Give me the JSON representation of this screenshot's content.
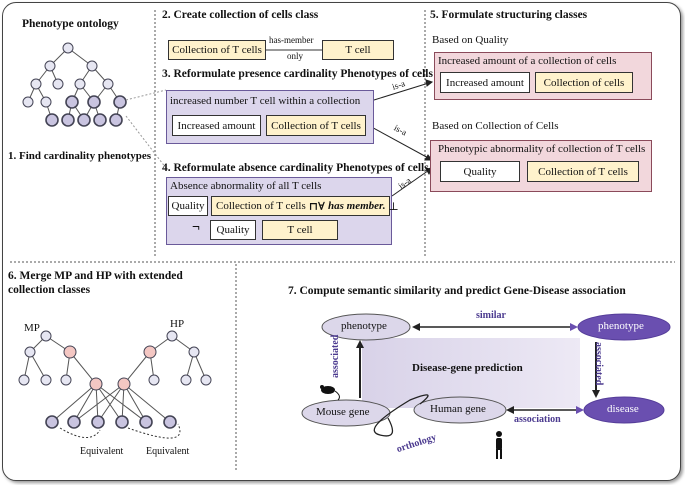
{
  "sections": {
    "s1_ontology": "Phenotype ontology",
    "s1_title": "1. Find cardinality phenotypes",
    "s2_title": "2. Create collection of cells class",
    "s3_title": "3. Reformulate presence cardinality Phenotypes of cells",
    "s4_title": "4. Reformulate absence cardinality Phenotypes of cells",
    "s5_title": "5. Formulate structuring classes",
    "s6_title_line1": "6. Merge MP and HP with extended",
    "s6_title_line2": "collection classes",
    "s7_title": "7. Compute semantic similarity and predict Gene-Disease association"
  },
  "step2": {
    "left_box": "Collection of T cells",
    "relation_top": "has-member",
    "relation_bottom": "only",
    "right_box": "T cell"
  },
  "step3": {
    "panel_title": "increased number T cell within a collection",
    "box1": "Increased amount",
    "box2": "Collection of T cells"
  },
  "step4": {
    "panel_title": "Absence abnormality of all T cells",
    "box_quality": "Quality",
    "box_collection": "Collection of T cells",
    "symbols": "⊓∀",
    "has_member": "has member.",
    "bottom": "⊥",
    "neg": "¬",
    "box_quality2": "Quality",
    "box_tcell": "T cell"
  },
  "step5": {
    "based_quality": "Based on Quality",
    "quality_panel_title": "Increased amount of a collection of cells",
    "quality_box1": "Increased amount",
    "quality_box2": "Collection of cells",
    "based_collection": "Based on Collection of Cells",
    "collection_panel_title": "Phenotypic abnormality of collection of T cells",
    "collection_box1": "Quality",
    "collection_box2": "Collection of T cells",
    "isa": "is-a"
  },
  "step6": {
    "mp": "MP",
    "hp": "HP",
    "equivalent1": "Equivalent",
    "equivalent2": "Equivalent"
  },
  "step7": {
    "phenotype_left": "phenotype",
    "phenotype_right": "phenotype",
    "similar": "similar",
    "associated_left": "associated",
    "associated_right": "associated",
    "center": "Disease-gene prediction",
    "mouse_gene": "Mouse gene",
    "human_gene": "Human gene",
    "association": "association",
    "disease": "disease",
    "orthology": "orthology"
  },
  "colors": {
    "purple_panel": "#dcd6ec",
    "pink_panel": "#f2d7dc",
    "yellow_box": "#fff2cc",
    "accent_purple": "#6a4fb0",
    "pink_node": "#f4c7c3"
  }
}
